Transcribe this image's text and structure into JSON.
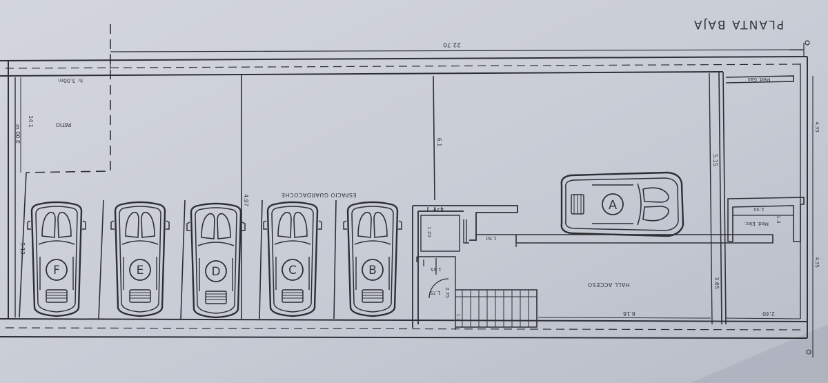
{
  "title": "PLANTA BAJA",
  "dimensions": {
    "total_length": "22.70",
    "patio_height": "h: 3.00m",
    "patio_side": "m 00.E",
    "patio_side2": "14.1",
    "bay_f_depth": "5.12",
    "mid_height": "4.97",
    "core_top": "6.1",
    "core_a": "1.20",
    "core_b": "1.20",
    "core_c": "1.35",
    "core_d": "1.75",
    "stair_a": "2.75",
    "stair_b": "1.3",
    "corridor": "1.50",
    "hall_width": "6.16",
    "right_width": "2.40",
    "right_small": "2.30",
    "right_small2": "1.3",
    "right_tall": "5.15",
    "right_mid": "3.65",
    "edge_top": "4.35",
    "edge_bottom": "4.35"
  },
  "labels": {
    "patio": "PATIO",
    "parking": "ESPACIO GUARDACOCHE",
    "hall": "HALL ACCESO",
    "med_gas": "Med. Gas",
    "med_elec": "Med. Elec."
  },
  "cars": [
    {
      "letter": "F"
    },
    {
      "letter": "E"
    },
    {
      "letter": "D"
    },
    {
      "letter": "C"
    },
    {
      "letter": "B"
    },
    {
      "letter": "A"
    }
  ],
  "colors": {
    "paper": "#c9cdd6",
    "ink": "#2e2f35"
  }
}
